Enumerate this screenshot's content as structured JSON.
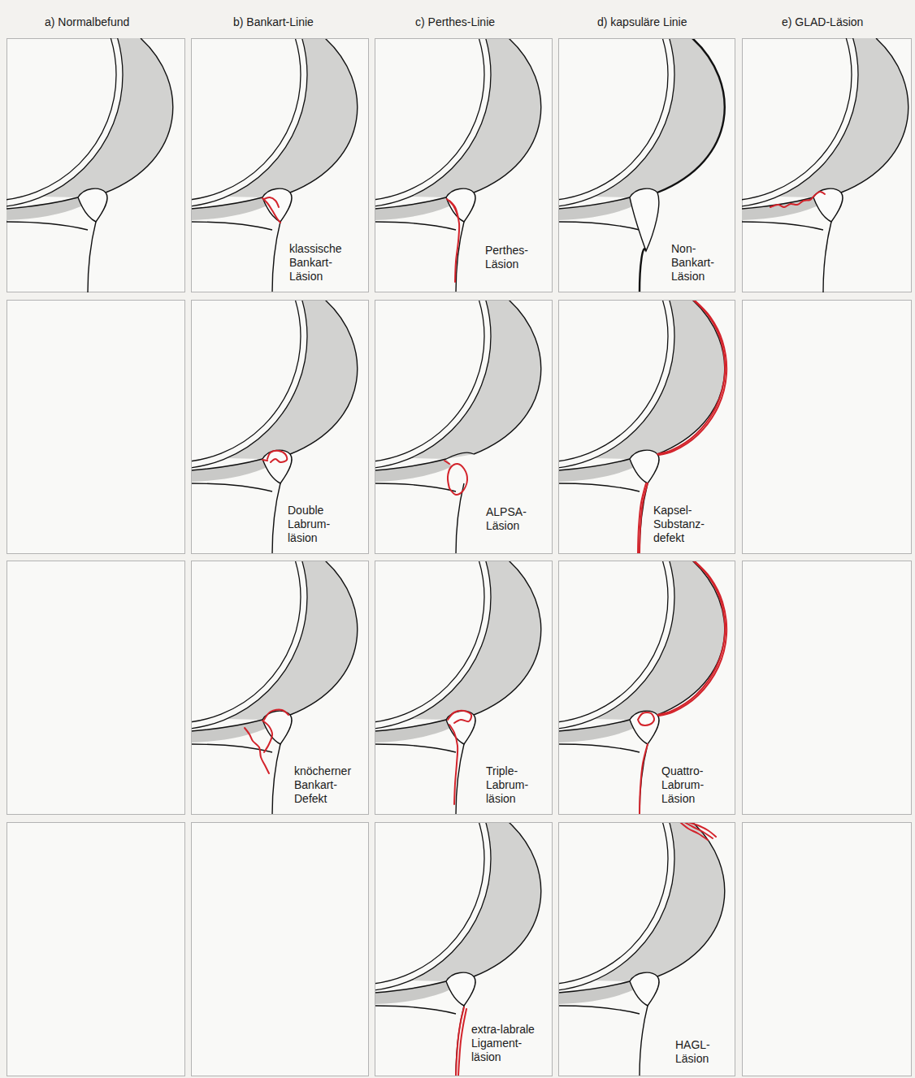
{
  "diagram": {
    "nodes": [
      {
        "text": [
          "klassische Bankart- Läsion"
        ]
      },
      {
        "text": [
          "Perthes- Läsion"
        ]
      },
      {
        "text": [
          "Non- Bankart- Läsion"
        ]
      },
      {
        "text": [
          "Double Labrum- läsion"
        ]
      },
      {
        "text": [
          "ALPSA- Läsion"
        ]
      },
      {
        "text": [
          "Kapsel- Substanz- defekt"
        ]
      },
      {
        "text": [
          "knöcherner Bankart- Defekt"
        ]
      },
      {
        "text": [
          "Triple- Labrum- läsion"
        ]
      },
      {
        "text": [
          "Quattro- Labrum- Läsion"
        ]
      },
      {
        "text": [
          "extra-labrale Ligament- läsion"
        ]
      },
      {
        "text": [
          "HAGL- Läsion"
        ]
      }
    ],
    "labels": [
      "a) Normalbefund",
      "b) Bankart-Linie",
      "c) Perthes-Linie",
      "d) kapsuläre Linie",
      "e) GLAD-Läsion"
    ]
  }
}
